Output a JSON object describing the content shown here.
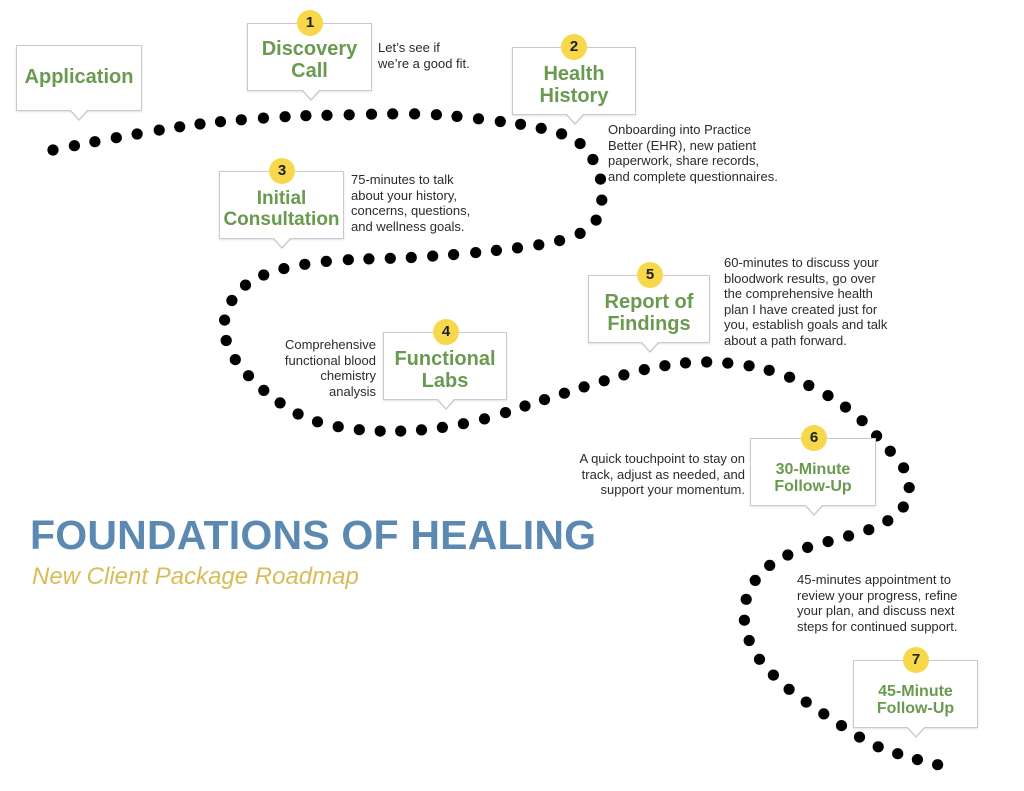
{
  "header": {
    "title": "FOUNDATIONS OF HEALING",
    "subtitle": "New Client Package Roadmap"
  },
  "colors": {
    "step_title": "#6a9a4f",
    "badge": "#f7d84a",
    "main_title": "#5b89b1",
    "subtitle": "#d7bd58",
    "path_dots": "#000000"
  },
  "steps": [
    {
      "number": "",
      "title": "Application",
      "description": ""
    },
    {
      "number": "1",
      "title": "Discovery Call",
      "title_lines": [
        "Discovery",
        "Call"
      ],
      "description": "Let’s see if we’re a good fit.",
      "description_lines": [
        "Let’s see if",
        "we’re a good fit."
      ]
    },
    {
      "number": "2",
      "title": "Health History",
      "title_lines": [
        "Health",
        "History"
      ],
      "description": "Onboarding into Practice Better (EHR), new patient paperwork, share records, and complete questionnaires.",
      "description_lines": [
        "Onboarding into Practice",
        "Better (EHR), new patient",
        "paperwork, share records,",
        "and complete questionnaires."
      ]
    },
    {
      "number": "3",
      "title": "Initial Consultation",
      "title_lines": [
        "Initial",
        "Consultation"
      ],
      "description": "75-minutes to talk about your history, concerns, questions, and wellness goals.",
      "description_lines": [
        "75-minutes to talk",
        "about your history,",
        "concerns, questions,",
        "and wellness goals."
      ]
    },
    {
      "number": "4",
      "title": "Functional Labs",
      "title_lines": [
        "Functional",
        "Labs"
      ],
      "description": "Comprehensive functional blood chemistry analysis",
      "description_lines": [
        "Comprehensive",
        "functional blood",
        "chemistry",
        "analysis"
      ]
    },
    {
      "number": "5",
      "title": "Report of Findings",
      "title_lines": [
        "Report of",
        "Findings"
      ],
      "description": "60-minutes to discuss your bloodwork results, go over the comprehensive health plan I have created just for you, establish goals and talk about a path forward.",
      "description_lines": [
        "60-minutes to discuss your",
        "bloodwork results, go over",
        "the comprehensive health",
        "plan I have created just for",
        "you, establish goals and talk",
        "about a path forward."
      ]
    },
    {
      "number": "6",
      "title": "30-Minute Follow-Up",
      "title_lines": [
        "30-Minute",
        "Follow-Up"
      ],
      "description": "A quick touchpoint to stay on track, adjust as needed, and support your momentum.",
      "description_lines": [
        "A quick touchpoint to stay on",
        "track, adjust as needed, and",
        "support your momentum."
      ]
    },
    {
      "number": "7",
      "title": "45-Minute Follow-Up",
      "title_lines": [
        "45-Minute",
        "Follow-Up"
      ],
      "description": "45-minutes appointment to review your progress, refine your plan, and discuss next steps for continued support.",
      "description_lines": [
        "45-minutes appointment to",
        "review your progress, refine",
        "your plan, and discuss next",
        "steps for continued support."
      ]
    }
  ]
}
